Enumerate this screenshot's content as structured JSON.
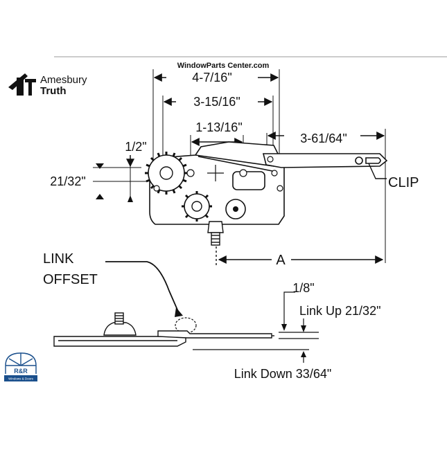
{
  "header": {
    "site_name": "WindowParts Center.com",
    "brand_line1": "Amesbury",
    "brand_line2": "Truth"
  },
  "top_view": {
    "dim_overall": "4-7/16\"",
    "dim_mid": "3-15/16\"",
    "dim_holes": "1-13/16\"",
    "dim_arm": "3-61/64\"",
    "dim_half": "1/2\"",
    "dim_offset": "21/32\"",
    "label_clip": "CLIP",
    "label_a": "A"
  },
  "side_view": {
    "label_link": "LINK",
    "label_offset": "OFFSET",
    "dim_eighth": "1/8\"",
    "label_link_up": "Link Up 21/32\"",
    "label_link_down": "Link Down 33/64\""
  },
  "logo": {
    "name": "R&R",
    "subtitle": "Windows & Doors",
    "color": "#1a4f8c"
  }
}
